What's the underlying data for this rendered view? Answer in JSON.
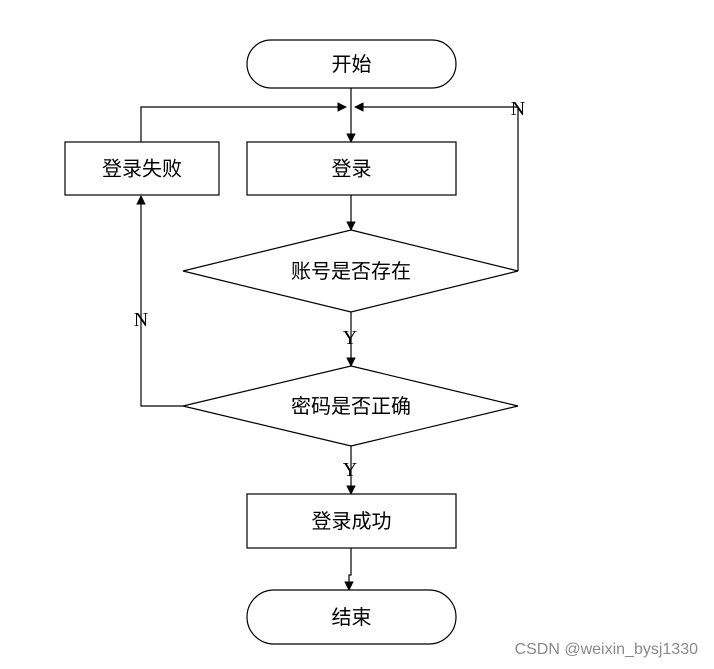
{
  "nodes": {
    "start": "开始",
    "login": "登录",
    "login_failed": "登录失败",
    "account_exists": "账号是否存在",
    "password_correct": "密码是否正确",
    "login_success": "登录成功",
    "end": "结束"
  },
  "edge_labels": {
    "account_exists_no": "N",
    "account_exists_yes": "Y",
    "password_correct_no": "N",
    "password_correct_yes": "Y"
  },
  "watermark": "CSDN @weixin_bysj1330"
}
